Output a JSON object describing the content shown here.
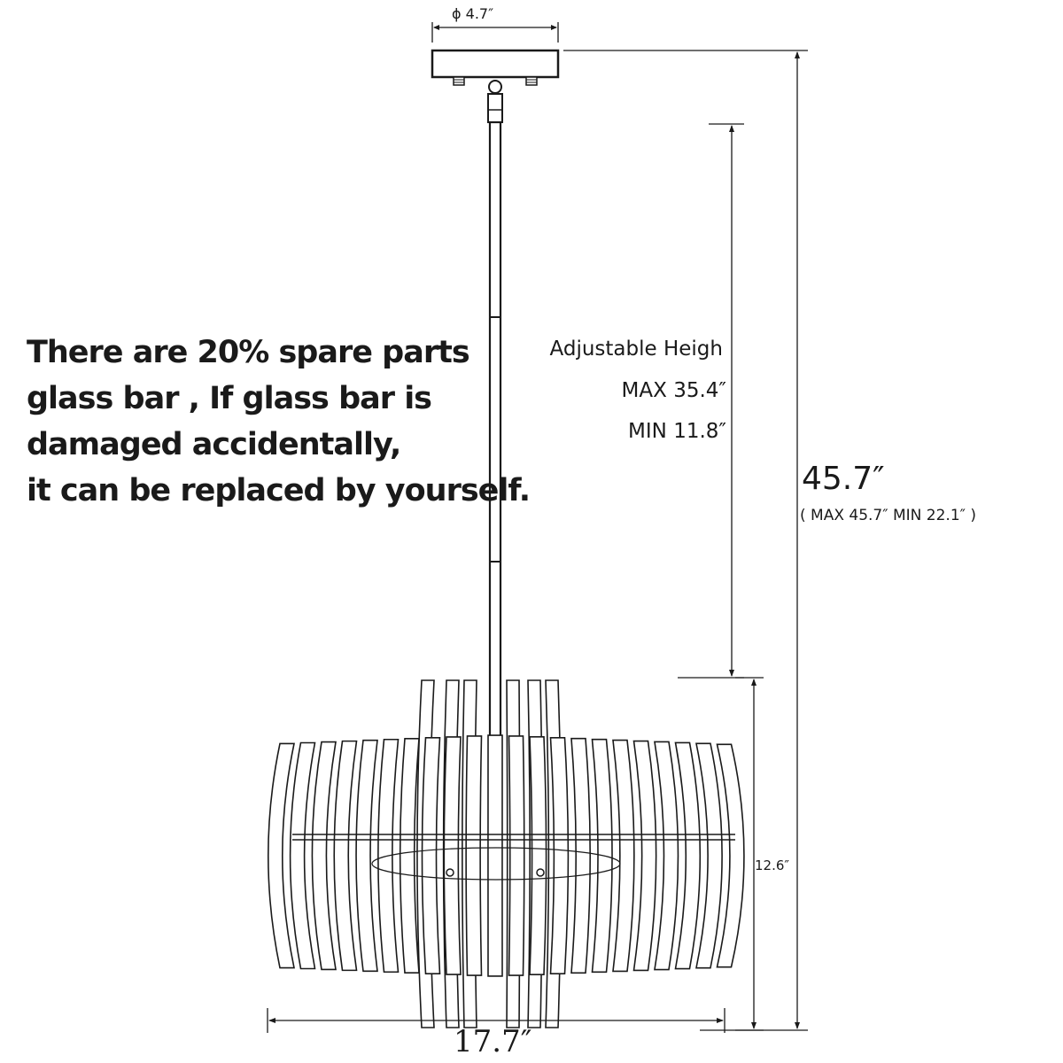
{
  "note": {
    "lines": [
      "There are 20% spare parts",
      "glass bar , If glass bar is",
      "damaged accidentally,",
      "it can be replaced by yourself."
    ]
  },
  "dimensions": {
    "canopy_diameter": "ϕ  4.7″",
    "adjustable_title": "Adjustable Heigh",
    "adjustable_max": "MAX 35.4″",
    "adjustable_min": "MIN 11.8″",
    "total_height": "45.7″",
    "total_height_range": "( MAX 45.7″   MIN 22.1″ )",
    "body_height": "12.6″",
    "width": "17.7″"
  },
  "colors": {
    "line": "#1a1a1a",
    "background": "#ffffff"
  }
}
